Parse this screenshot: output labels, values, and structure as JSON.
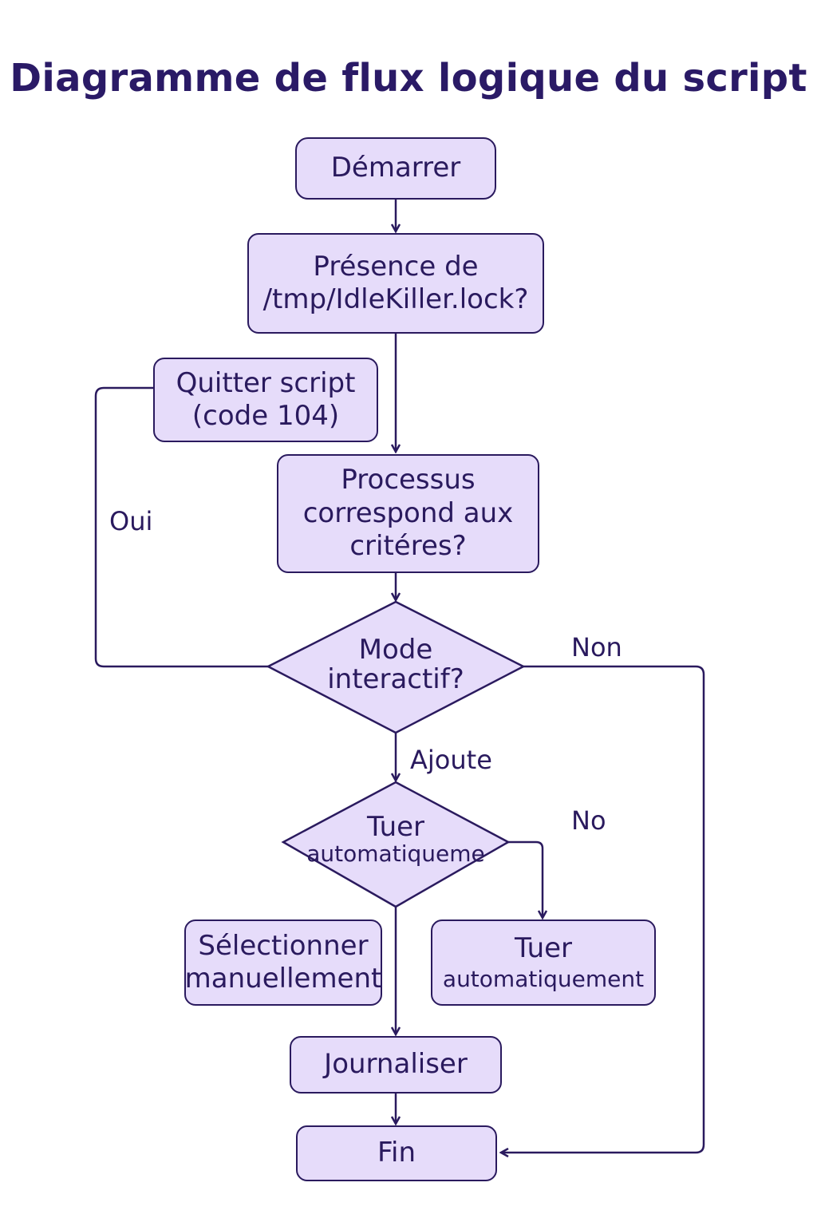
{
  "title": "Diagramme de flux logique du script",
  "colors": {
    "node_fill": "#e6dcfa",
    "stroke": "#2a1a5e",
    "title": "#2a1a66"
  },
  "nodes": {
    "start": {
      "lines": [
        "Démarrer"
      ]
    },
    "lock_check": {
      "lines": [
        "Présence de",
        "/tmp/IdleKiller.lock?"
      ]
    },
    "quit_script": {
      "lines": [
        "Quitter script",
        "(code 104)"
      ]
    },
    "process_criteria": {
      "lines": [
        "Processus",
        "correspond aux",
        "critéres?"
      ]
    },
    "interactive_mode": {
      "lines": [
        "Mode",
        "interactif?"
      ]
    },
    "auto_kill_decision": {
      "lines": [
        "Tuer",
        "automatiqueme"
      ]
    },
    "manual_select": {
      "lines": [
        "Sélectionner",
        "manuellement"
      ]
    },
    "auto_kill": {
      "lines": [
        "Tuer",
        "automatiquement"
      ]
    },
    "log": {
      "lines": [
        "Journaliser"
      ]
    },
    "end": {
      "lines": [
        "Fin"
      ]
    }
  },
  "edge_labels": {
    "oui": "Oui",
    "non": "Non",
    "ajoute": "Ajoute",
    "no": "No"
  }
}
